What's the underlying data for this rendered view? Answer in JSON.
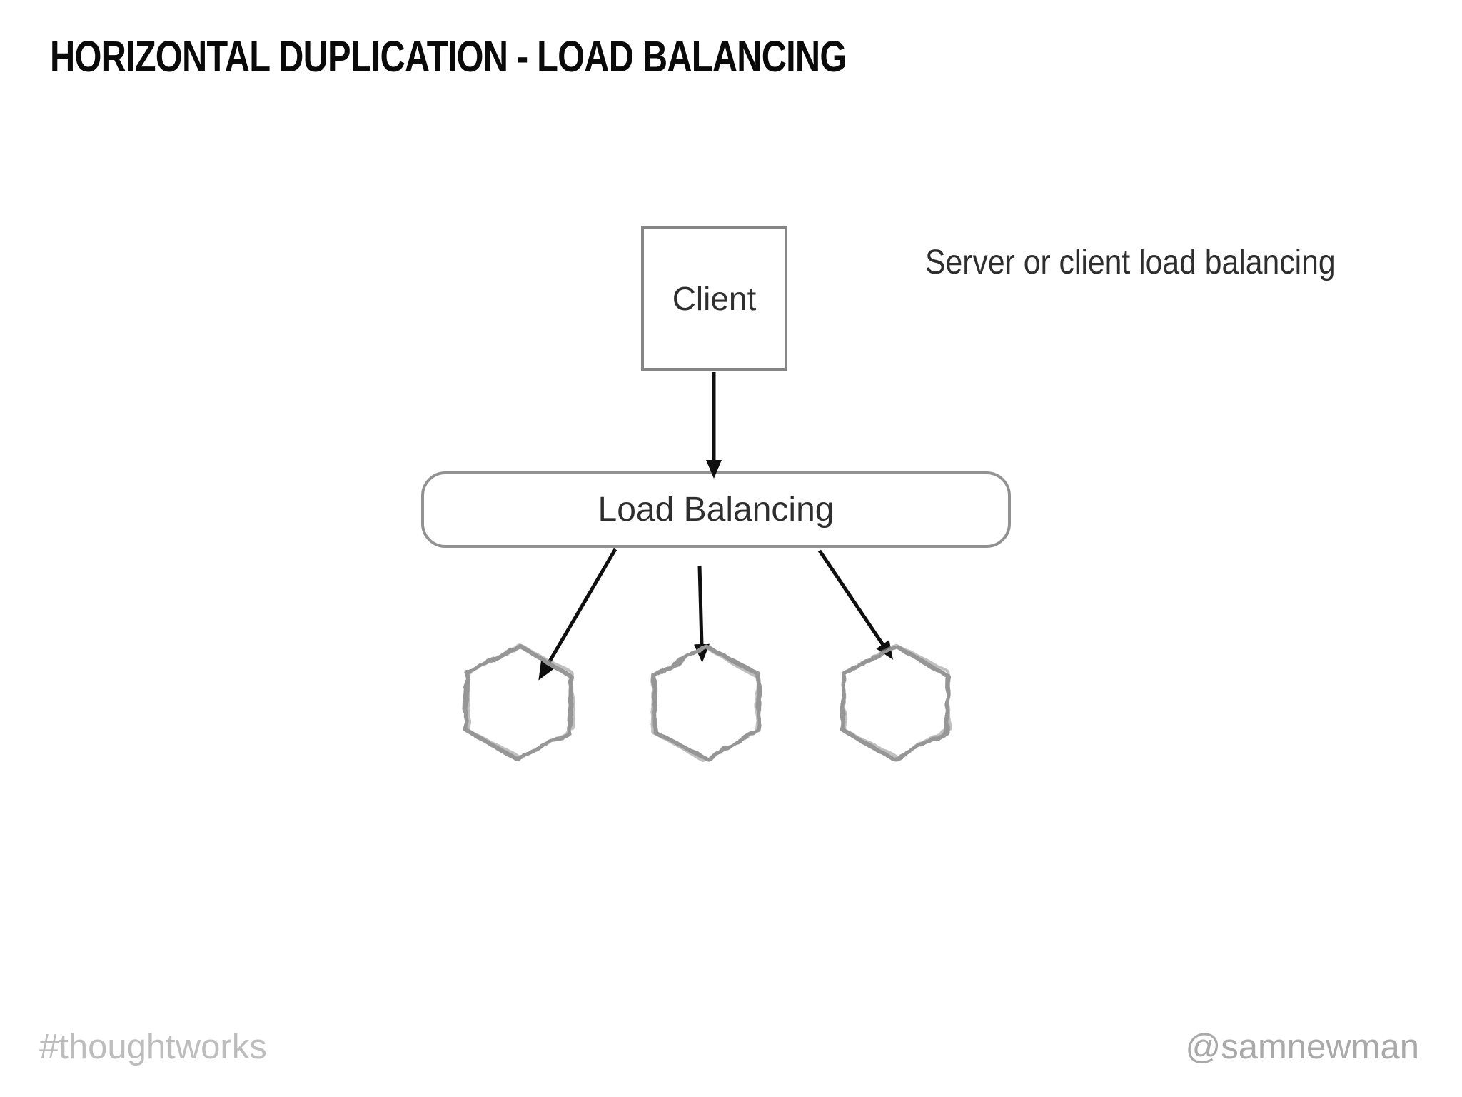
{
  "slide": {
    "title": "HORIZONTAL DUPLICATION - LOAD BALANCING",
    "annotation": "Server or client load balancing",
    "diagram": {
      "client_label": "Client",
      "load_balancer_label": "Load Balancing",
      "service_instances": [
        "hexagon-instance-1",
        "hexagon-instance-2",
        "hexagon-instance-3"
      ],
      "arrows": [
        "client-to-load-balancer",
        "load-balancer-to-instance-1",
        "load-balancer-to-instance-2",
        "load-balancer-to-instance-3"
      ]
    },
    "footer": {
      "hashtag": "#thoughtworks",
      "handle": "@samnewman"
    },
    "colors": {
      "background": "#ffffff",
      "title": "#0a0a0a",
      "text": "#2e2e2e",
      "client_border": "#868686",
      "load_balancer_border": "#929292",
      "hexagon_stroke": "#969696",
      "arrow": "#0f0f0f",
      "footer_hashtag": "#bdbdbd",
      "footer_handle": "#a9a9a9"
    }
  }
}
